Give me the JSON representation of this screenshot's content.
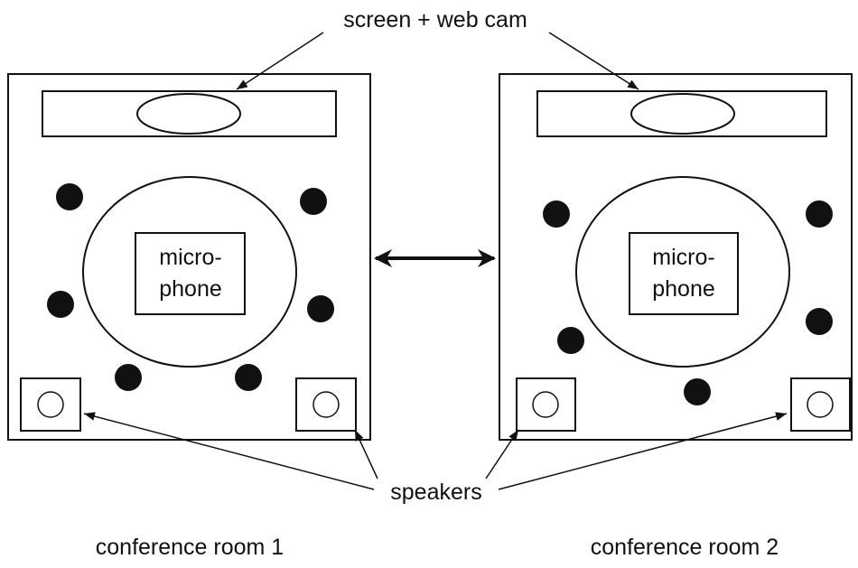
{
  "labels": {
    "screen_webcam": "screen + web cam",
    "speakers": "speakers",
    "room1": "conference room 1",
    "room2": "conference room 2",
    "mic_line1": "micro-",
    "mic_line2": "phone"
  },
  "rooms": [
    {
      "id": "room-1",
      "participants": 6
    },
    {
      "id": "room-2",
      "participants": 5
    }
  ]
}
